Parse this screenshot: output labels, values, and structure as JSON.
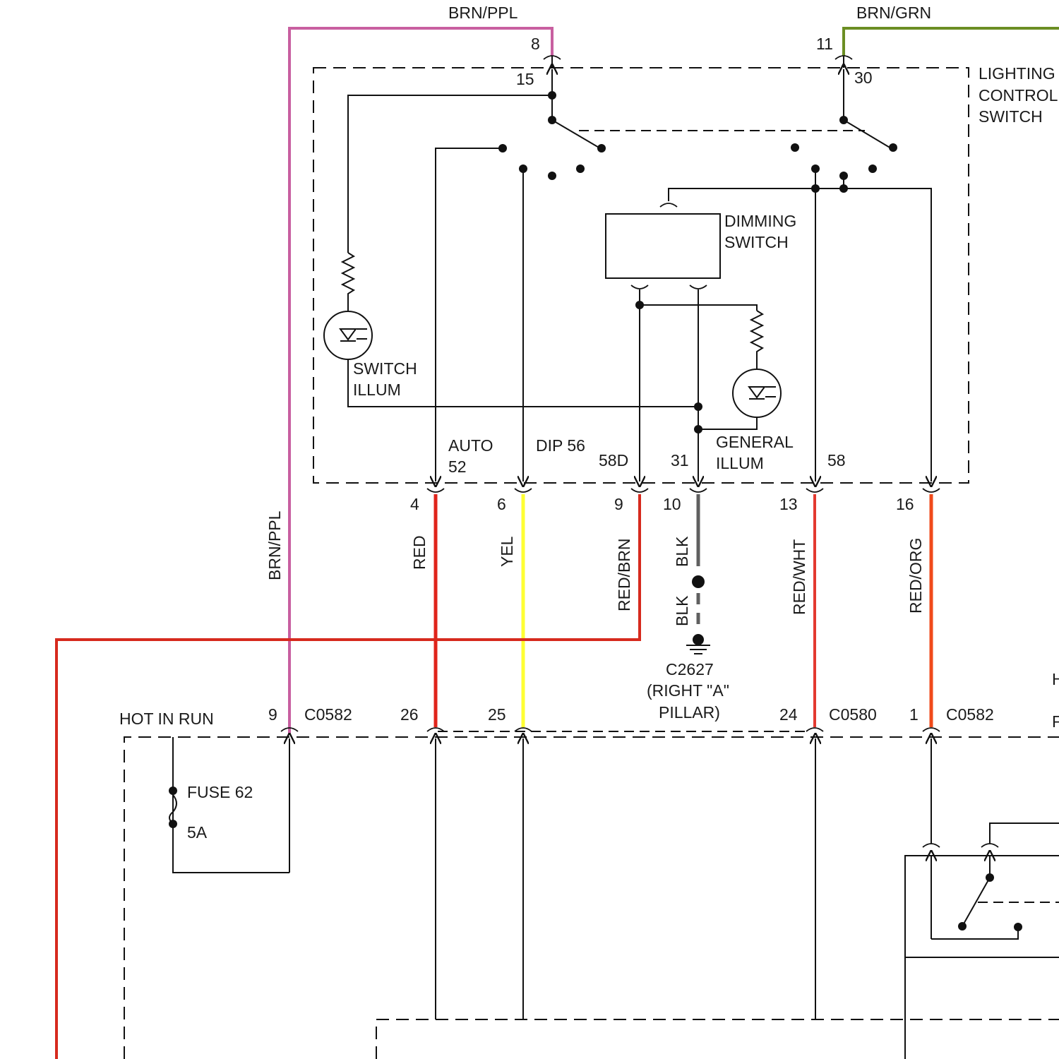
{
  "colors": {
    "brn_ppl": "#c85fa0",
    "brn_grn": "#6b8e23",
    "red": "#e0241b",
    "yel": "#ffff33",
    "red_brn": "#d62a1e",
    "blk": "#606060",
    "red_wht": "#e33a30",
    "red_org": "#f04a1a",
    "line": "#111111"
  },
  "top": {
    "wire_brn_ppl": "BRN/PPL",
    "wire_brn_grn": "BRN/GRN",
    "pin_8": "8",
    "pin_15": "15",
    "pin_11": "11",
    "pin_30": "30"
  },
  "switch": {
    "title_line1": "LIGHTING",
    "title_line2": "CONTROL",
    "title_line3": "SWITCH",
    "dimming_line1": "DIMMING",
    "dimming_line2": "SWITCH",
    "switch_illum_line1": "SWITCH",
    "switch_illum_line2": "ILLUM",
    "general_illum_line1": "GENERAL",
    "general_illum_line2": "ILLUM",
    "auto_line1": "AUTO",
    "auto_line2": "52",
    "dip": "DIP 56",
    "t58d": "58D",
    "t31": "31",
    "t58": "58"
  },
  "pins": {
    "p4": "4",
    "p6": "6",
    "p9": "9",
    "p10": "10",
    "p13": "13",
    "p16": "16"
  },
  "wires": {
    "brn_ppl_side": "BRN/PPL",
    "red": "RED",
    "yel": "YEL",
    "red_brn": "RED/BRN",
    "blk1": "BLK",
    "blk2": "BLK",
    "red_wht": "RED/WHT",
    "red_org": "RED/ORG"
  },
  "ground": {
    "id": "C2627",
    "loc_line1": "(RIGHT \"A\"",
    "loc_line2": "PILLAR)"
  },
  "lower": {
    "hot_in_run": "HOT IN RUN",
    "pin_9": "9",
    "c0582_a": "C0582",
    "pin_26": "26",
    "pin_25": "25",
    "pin_24": "24",
    "c0580": "C0580",
    "pin_1": "1",
    "c0582_b": "C0582",
    "fuse": "FUSE 62",
    "fuse_rating": "5A",
    "edge_h": "H",
    "edge_f": "F"
  }
}
